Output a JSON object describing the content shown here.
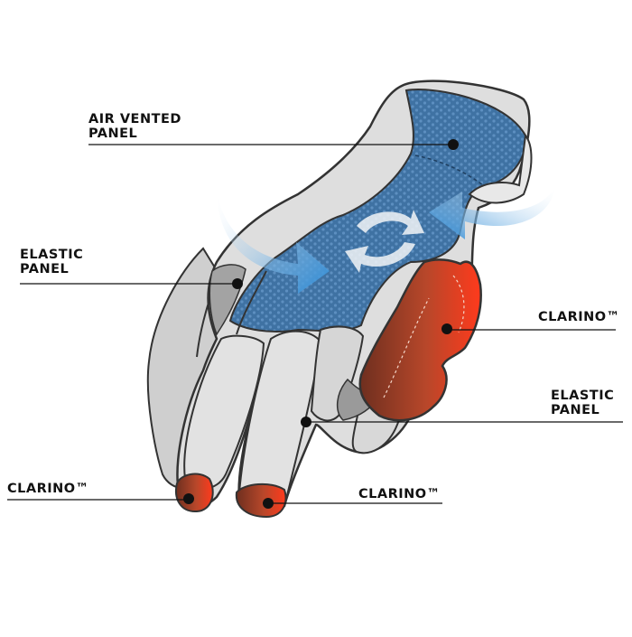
{
  "callouts": [
    {
      "id": "air-vented-panel",
      "lines": [
        "AIR VENTED",
        "PANEL"
      ]
    },
    {
      "id": "elastic-panel-left",
      "lines": [
        "ELASTIC",
        "PANEL"
      ]
    },
    {
      "id": "clarino-right",
      "lines": [
        "CLARINO™"
      ]
    },
    {
      "id": "elastic-panel-right",
      "lines": [
        "ELASTIC",
        "PANEL"
      ]
    },
    {
      "id": "clarino-bottom-left",
      "lines": [
        "CLARINO™"
      ]
    },
    {
      "id": "clarino-bottom-center",
      "lines": [
        "CLARINO™"
      ]
    }
  ],
  "colors": {
    "glove_shell": "#dcdcdc",
    "glove_outline": "#333333",
    "mesh_panel": "#3d6e9e",
    "clarino_leather": "#c24a2a",
    "clarino_highlight": "#ff3b1f",
    "arrow_blue": "#2f8fd8",
    "marker_dot": "#111111"
  }
}
